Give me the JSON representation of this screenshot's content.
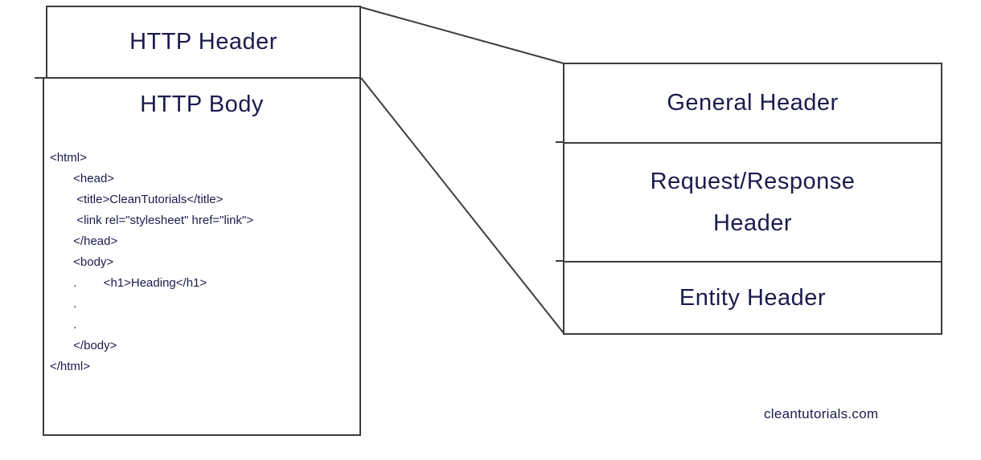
{
  "diagram": {
    "left_box": {
      "header_label": "HTTP Header",
      "body_label": "HTTP Body",
      "code": "<html>\n       <head>\n        <title>CleanTutorials</title>\n        <link rel=\"stylesheet\" href=\"link\">\n       </head>\n       <body>\n       .        <h1>Heading</h1>\n       .\n       .\n       </body>\n</html>"
    },
    "right_box": {
      "sections": [
        {
          "label": "General Header"
        },
        {
          "label": "Request/Response Header"
        },
        {
          "label": "Entity Header"
        }
      ]
    },
    "watermark": "cleantutorials.com",
    "colors": {
      "text": "#1b1b4d",
      "line": "#3d3d3d",
      "background": "#ffffff"
    }
  }
}
